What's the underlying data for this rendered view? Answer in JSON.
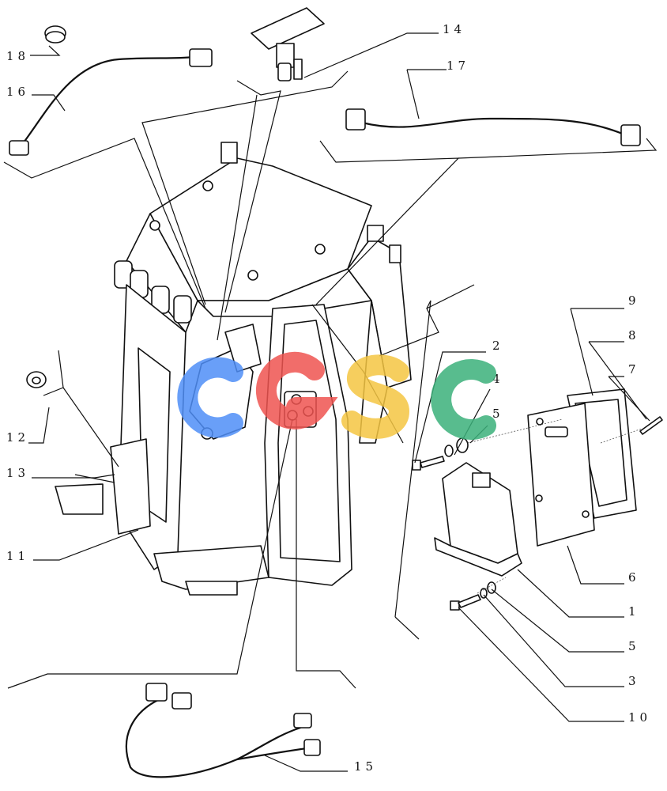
{
  "callouts": {
    "c1": "1",
    "c2": "2",
    "c3": "3",
    "c4": "4",
    "c5a": "5",
    "c5b": "5",
    "c6": "6",
    "c7": "7",
    "c8": "8",
    "c9": "9",
    "c10": "10",
    "c11": "11",
    "c12": "12",
    "c13": "13",
    "c14": "14",
    "c15": "15",
    "c16": "16",
    "c17": "17",
    "c18": "18"
  },
  "watermark": {
    "letters": [
      "C",
      "G",
      "S",
      "C"
    ],
    "colors": [
      "#4f8ef7",
      "#ef5350",
      "#f5c542",
      "#3bb07a"
    ]
  }
}
